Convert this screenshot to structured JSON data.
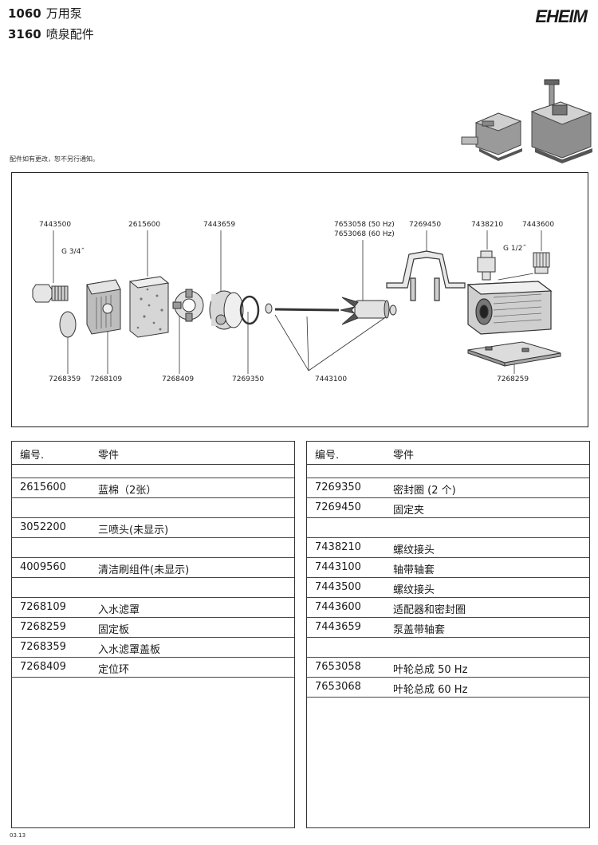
{
  "header": {
    "line1_code": "1060",
    "line1_title": "万用泵",
    "line2_code": "3160",
    "line2_title": "喷泉配件",
    "brand": "EHEIM"
  },
  "notice": "配件如有更改，恕不另行通知。",
  "diagram_labels": {
    "p7443500": "7443500",
    "thread_34": "G 3/4˝",
    "p2615600": "2615600",
    "p7443659": "7443659",
    "p7653058": "7653058 (50 Hz)",
    "p7653068": "7653068 (60 Hz)",
    "p7269450": "7269450",
    "p7438210": "7438210",
    "p7443600": "7443600",
    "thread_12": "G 1/2˝",
    "p7268359": "7268359",
    "p7268109": "7268109",
    "p7268409": "7268409",
    "p7269350": "7269350",
    "p7443100": "7443100",
    "p7268259": "7268259"
  },
  "tables": {
    "left": {
      "col_number": "编号.",
      "col_part": "零件",
      "rows": [
        {
          "no": "",
          "part": ""
        },
        {
          "no": "2615600",
          "part": "蓝棉（2张）"
        },
        {
          "no": "",
          "part": ""
        },
        {
          "no": "3052200",
          "part": "三喷头(未显示)"
        },
        {
          "no": "",
          "part": ""
        },
        {
          "no": "4009560",
          "part": "清洁刷组件(未显示)"
        },
        {
          "no": "",
          "part": ""
        },
        {
          "no": "7268109",
          "part": "入水滤罩"
        },
        {
          "no": "7268259",
          "part": "固定板"
        },
        {
          "no": "7268359",
          "part": "入水滤罩盖板"
        },
        {
          "no": "7268409",
          "part": "定位环"
        }
      ]
    },
    "right": {
      "col_number": "编号.",
      "col_part": "零件",
      "rows": [
        {
          "no": "",
          "part": ""
        },
        {
          "no": "7269350",
          "part": "密封圈 (2 个)"
        },
        {
          "no": "7269450",
          "part": "固定夹"
        },
        {
          "no": "",
          "part": ""
        },
        {
          "no": "7438210",
          "part": "螺纹接头"
        },
        {
          "no": "7443100",
          "part": "轴带轴套"
        },
        {
          "no": "7443500",
          "part": "螺纹接头"
        },
        {
          "no": "7443600",
          "part": "适配器和密封圈"
        },
        {
          "no": "7443659",
          "part": "泵盖带轴套"
        },
        {
          "no": "",
          "part": ""
        },
        {
          "no": "7653058",
          "part": "叶轮总成 50 Hz"
        },
        {
          "no": "7653068",
          "part": "叶轮总成 60 Hz"
        }
      ]
    }
  },
  "footer": "03.13"
}
